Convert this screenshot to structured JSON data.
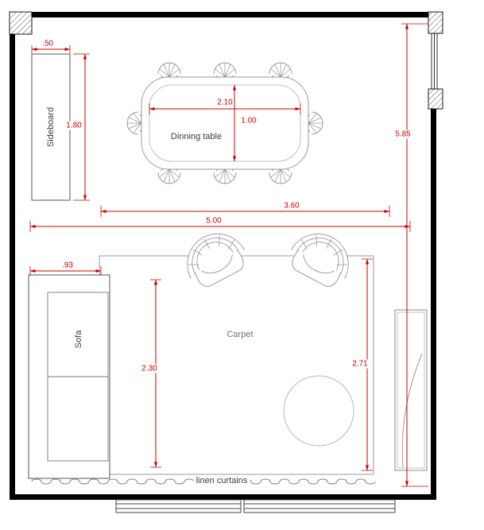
{
  "labels": {
    "sideboard": "Sideboard",
    "dining_table": "Dinning table",
    "carpet": "Carpet",
    "sofa": "Sofa",
    "curtains": "linen curtains"
  },
  "dims": {
    "sideboard_depth": ".50",
    "sideboard_length": "1.80",
    "table_length": "2.10",
    "table_width": "1.00",
    "room_depth": "5.85",
    "dining_zone_width": "3.60",
    "room_width": "5.00",
    "sofa_depth": ".93",
    "carpet_depth": "2.30",
    "living_zone_depth": "2.71"
  },
  "colors": {
    "dimension": "#cc0000",
    "wall": "#000000",
    "furniture": "#9a9a9a",
    "text": "#3c3c3c"
  }
}
